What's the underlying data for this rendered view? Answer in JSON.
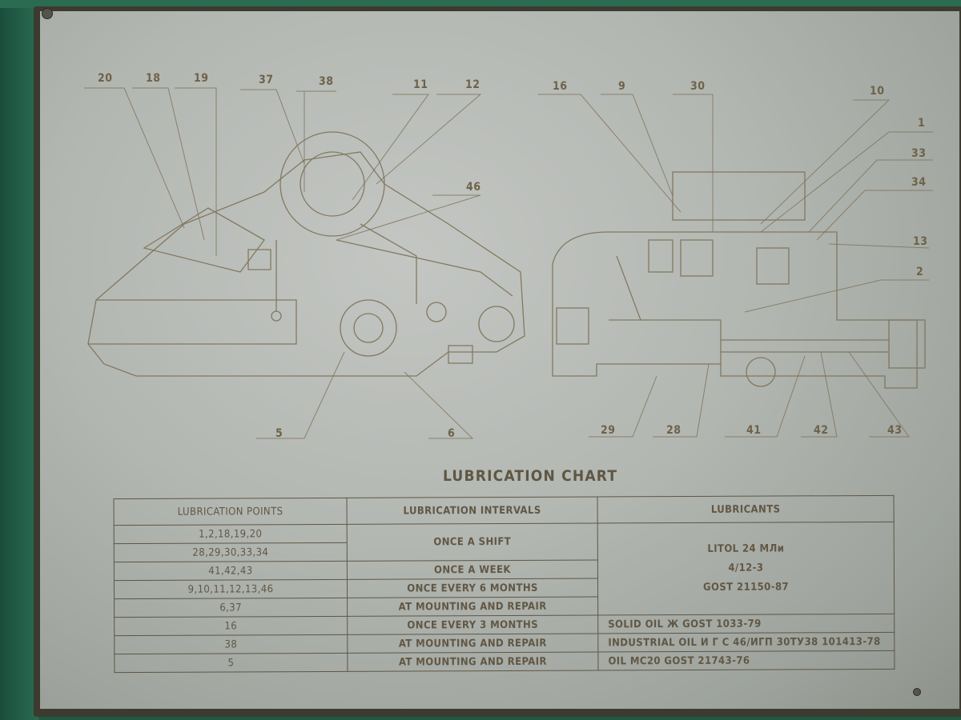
{
  "plate": {
    "title": "LUBRICATION CHART",
    "colors": {
      "frame_green": "#1f5a44",
      "plate_metal": "#b3b7b2",
      "ink": "#6b5f4a"
    }
  },
  "diagram": {
    "left_view": {
      "top_callouts": [
        "20",
        "18",
        "19",
        "37",
        "38",
        "11",
        "12"
      ],
      "inner_callouts": [
        "46"
      ],
      "bottom_callouts": [
        "5",
        "6"
      ]
    },
    "right_view": {
      "top_callouts": [
        "16",
        "9",
        "30",
        "10"
      ],
      "right_callouts": [
        "1",
        "33",
        "34",
        "13",
        "2"
      ],
      "bottom_callouts": [
        "29",
        "28",
        "41",
        "42",
        "43"
      ]
    }
  },
  "table": {
    "headers": [
      "LUBRICATION POINTS",
      "LUBRICATION INTERVALS",
      "LUBRICANTS"
    ],
    "rows": [
      {
        "points": "1,2,18,19,20",
        "interval": "ONCE A SHIFT",
        "lubricant": "LITOL 24 МЛи 4/12-3 GOST 21150-87"
      },
      {
        "points": "28,29,30,33,34",
        "interval": "ONCE A SHIFT",
        "lubricant": "LITOL 24 МЛи 4/12-3 GOST 21150-87"
      },
      {
        "points": "41,42,43",
        "interval": "ONCE A WEEK",
        "lubricant": "LITOL 24 МЛи 4/12-3 GOST 21150-87"
      },
      {
        "points": "9,10,11,12,13,46",
        "interval": "ONCE EVERY 6 MONTHS",
        "lubricant": "LITOL 24 МЛи 4/12-3 GOST 21150-87"
      },
      {
        "points": "6,37",
        "interval": "AT MOUNTING AND REPAIR",
        "lubricant": "LITOL 24 МЛи 4/12-3 GOST 21150-87"
      },
      {
        "points": "16",
        "interval": "ONCE EVERY 3 MONTHS",
        "lubricant": "SOLID OIL Ж GOST 1033-79"
      },
      {
        "points": "38",
        "interval": "AT MOUNTING AND REPAIR",
        "lubricant": "INDUSTRIAL OIL И Г С 46/ИГП 30ТУ38 101413-78"
      },
      {
        "points": "5",
        "interval": "AT MOUNTING AND REPAIR",
        "lubricant": "OIL MC20 GOST 21743-76"
      }
    ],
    "litol_lines": [
      "LITOL 24 МЛи",
      "4/12-3",
      "GOST 21150-87"
    ]
  }
}
